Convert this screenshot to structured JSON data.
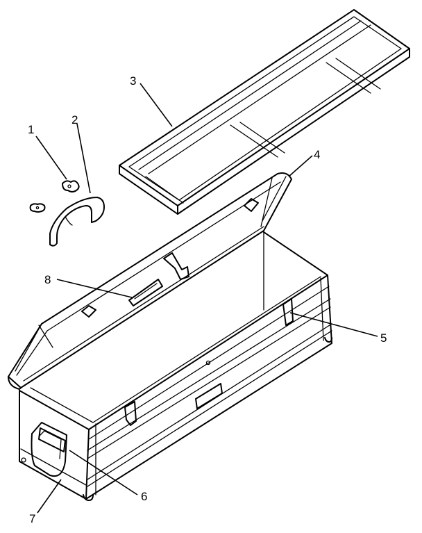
{
  "callouts": [
    {
      "id": "1",
      "text": "1"
    },
    {
      "id": "2",
      "text": "2"
    },
    {
      "id": "3",
      "text": "3"
    },
    {
      "id": "4",
      "text": "4"
    },
    {
      "id": "5",
      "text": "5"
    },
    {
      "id": "6",
      "text": "6"
    },
    {
      "id": "7",
      "text": "7"
    },
    {
      "id": "8",
      "text": "8"
    }
  ],
  "colors": {
    "ink": "#000000",
    "paper": "#ffffff"
  }
}
